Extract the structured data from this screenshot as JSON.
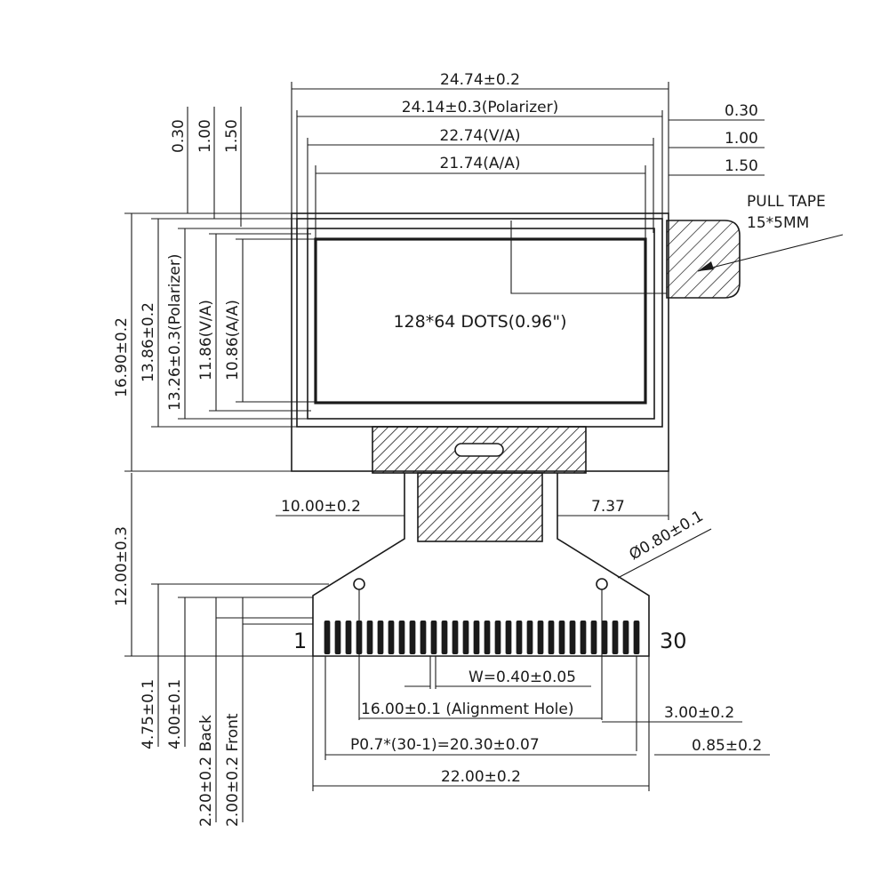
{
  "dimensions": {
    "overall_width": "24.74±0.2",
    "polarizer_width": "24.14±0.3(Polarizer)",
    "va_width": "22.74(V/A)",
    "aa_width": "21.74(A/A)",
    "right_0_30": "0.30",
    "right_1_00": "1.00",
    "right_1_50": "1.50",
    "top_0_30": "0.30",
    "top_1_00": "1.00",
    "top_1_50": "1.50",
    "overall_height": "16.90±0.2",
    "panel_height": "13.86±0.2",
    "polarizer_height": "13.26±0.3(Polarizer)",
    "va_height": "11.86(V/A)",
    "aa_height": "10.86(A/A)",
    "fpc_left": "10.00±0.2",
    "fpc_right": "7.37",
    "fpc_length": "12.00±0.3",
    "hole_dia": "Ø0.80±0.1",
    "pin_width": "W=0.40±0.05",
    "alignment_hole": "16.00±0.1 (Alignment Hole)",
    "right_offset": "3.00±0.2",
    "pitch": "P0.7*(30-1)=20.30±0.07",
    "edge_offset": "0.85±0.2",
    "fpc_width": "22.00±0.2",
    "h_4_75": "4.75±0.1",
    "h_4_00": "4.00±0.1",
    "h_back": "2.20±0.2 Back",
    "h_front": "2.00±0.2 Front"
  },
  "labels": {
    "pull_tape_1": "PULL TAPE",
    "pull_tape_2": "15*5MM",
    "display": "128*64 DOTS(0.96\")",
    "pin_first": "1",
    "pin_last": "30"
  },
  "pins": {
    "count": 30
  }
}
